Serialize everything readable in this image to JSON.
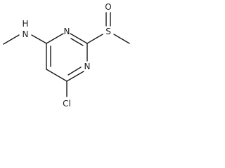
{
  "molecule": {
    "atoms": {
      "n_amine_h": "H",
      "n_amine": "N",
      "n_ring_top": "N",
      "n_ring_right": "N",
      "sulfur": "S",
      "oxygen": "O",
      "chlorine": "Cl"
    }
  }
}
